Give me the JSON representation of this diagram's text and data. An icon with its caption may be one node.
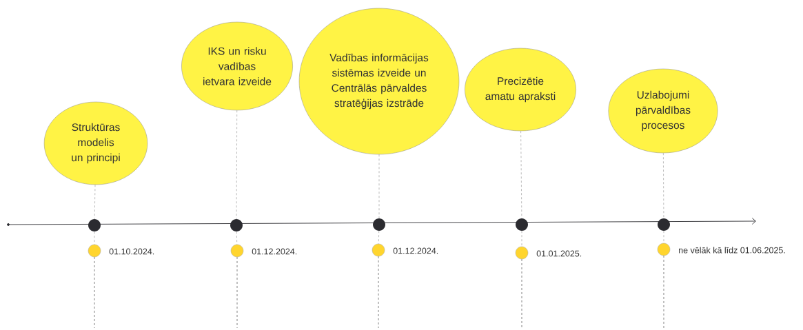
{
  "diagram": {
    "nodes": [
      {
        "text": [
          "Struktūras modelis un principi"
        ]
      },
      {
        "text": [
          "IKS un risku vadības ietvara izveide"
        ]
      },
      {
        "text": [
          "Vadības informācijas sistēmas izveide un Centrālās pārvaldes stratēģijas izstrāde"
        ]
      },
      {
        "text": [
          "Precizētie amatu apraksti"
        ]
      },
      {
        "text": [
          "Uzlabojumi pārvaldības procesos"
        ]
      },
      {
        "text": [],
        "shape": "circle"
      },
      {
        "text": [],
        "shape": "circle"
      },
      {
        "text": [],
        "shape": "circle"
      },
      {
        "text": [],
        "shape": "circle"
      },
      {
        "text": [],
        "shape": "circle"
      },
      {
        "text": [],
        "shape": "circle",
        "beside": [
          "01.10.2024."
        ]
      },
      {
        "text": [],
        "shape": "circle",
        "beside": [
          "01.12.2024."
        ]
      },
      {
        "text": [],
        "shape": "circle",
        "beside": [
          "01.12.2024."
        ]
      },
      {
        "text": [],
        "shape": "circle",
        "beside": [
          "01.01.2025."
        ]
      },
      {
        "text": [],
        "shape": "circle",
        "beside": [
          "ne vēlāk kā līdz 01.06.2025."
        ]
      }
    ],
    "edges": [
      {
        "from": 0,
        "to": 5,
        "arrow": "none",
        "style": "dashed"
      },
      {
        "from": 1,
        "to": 6,
        "arrow": "none",
        "style": "dashed"
      },
      {
        "from": 2,
        "to": 7,
        "arrow": "none",
        "style": "dashed"
      },
      {
        "from": 3,
        "to": 8,
        "arrow": "none",
        "style": "dashed"
      },
      {
        "from": 4,
        "to": 9,
        "arrow": "none",
        "style": "dashed"
      },
      {
        "from": 5,
        "to": 10,
        "arrow": "none",
        "style": "dashed"
      },
      {
        "from": 6,
        "to": 11,
        "arrow": "none",
        "style": "dashed"
      },
      {
        "from": 7,
        "to": 12,
        "arrow": "none",
        "style": "dashed"
      },
      {
        "from": 8,
        "to": 13,
        "arrow": "none",
        "style": "dashed"
      },
      {
        "from": 9,
        "to": 14,
        "arrow": "none",
        "style": "dashed"
      }
    ]
  }
}
